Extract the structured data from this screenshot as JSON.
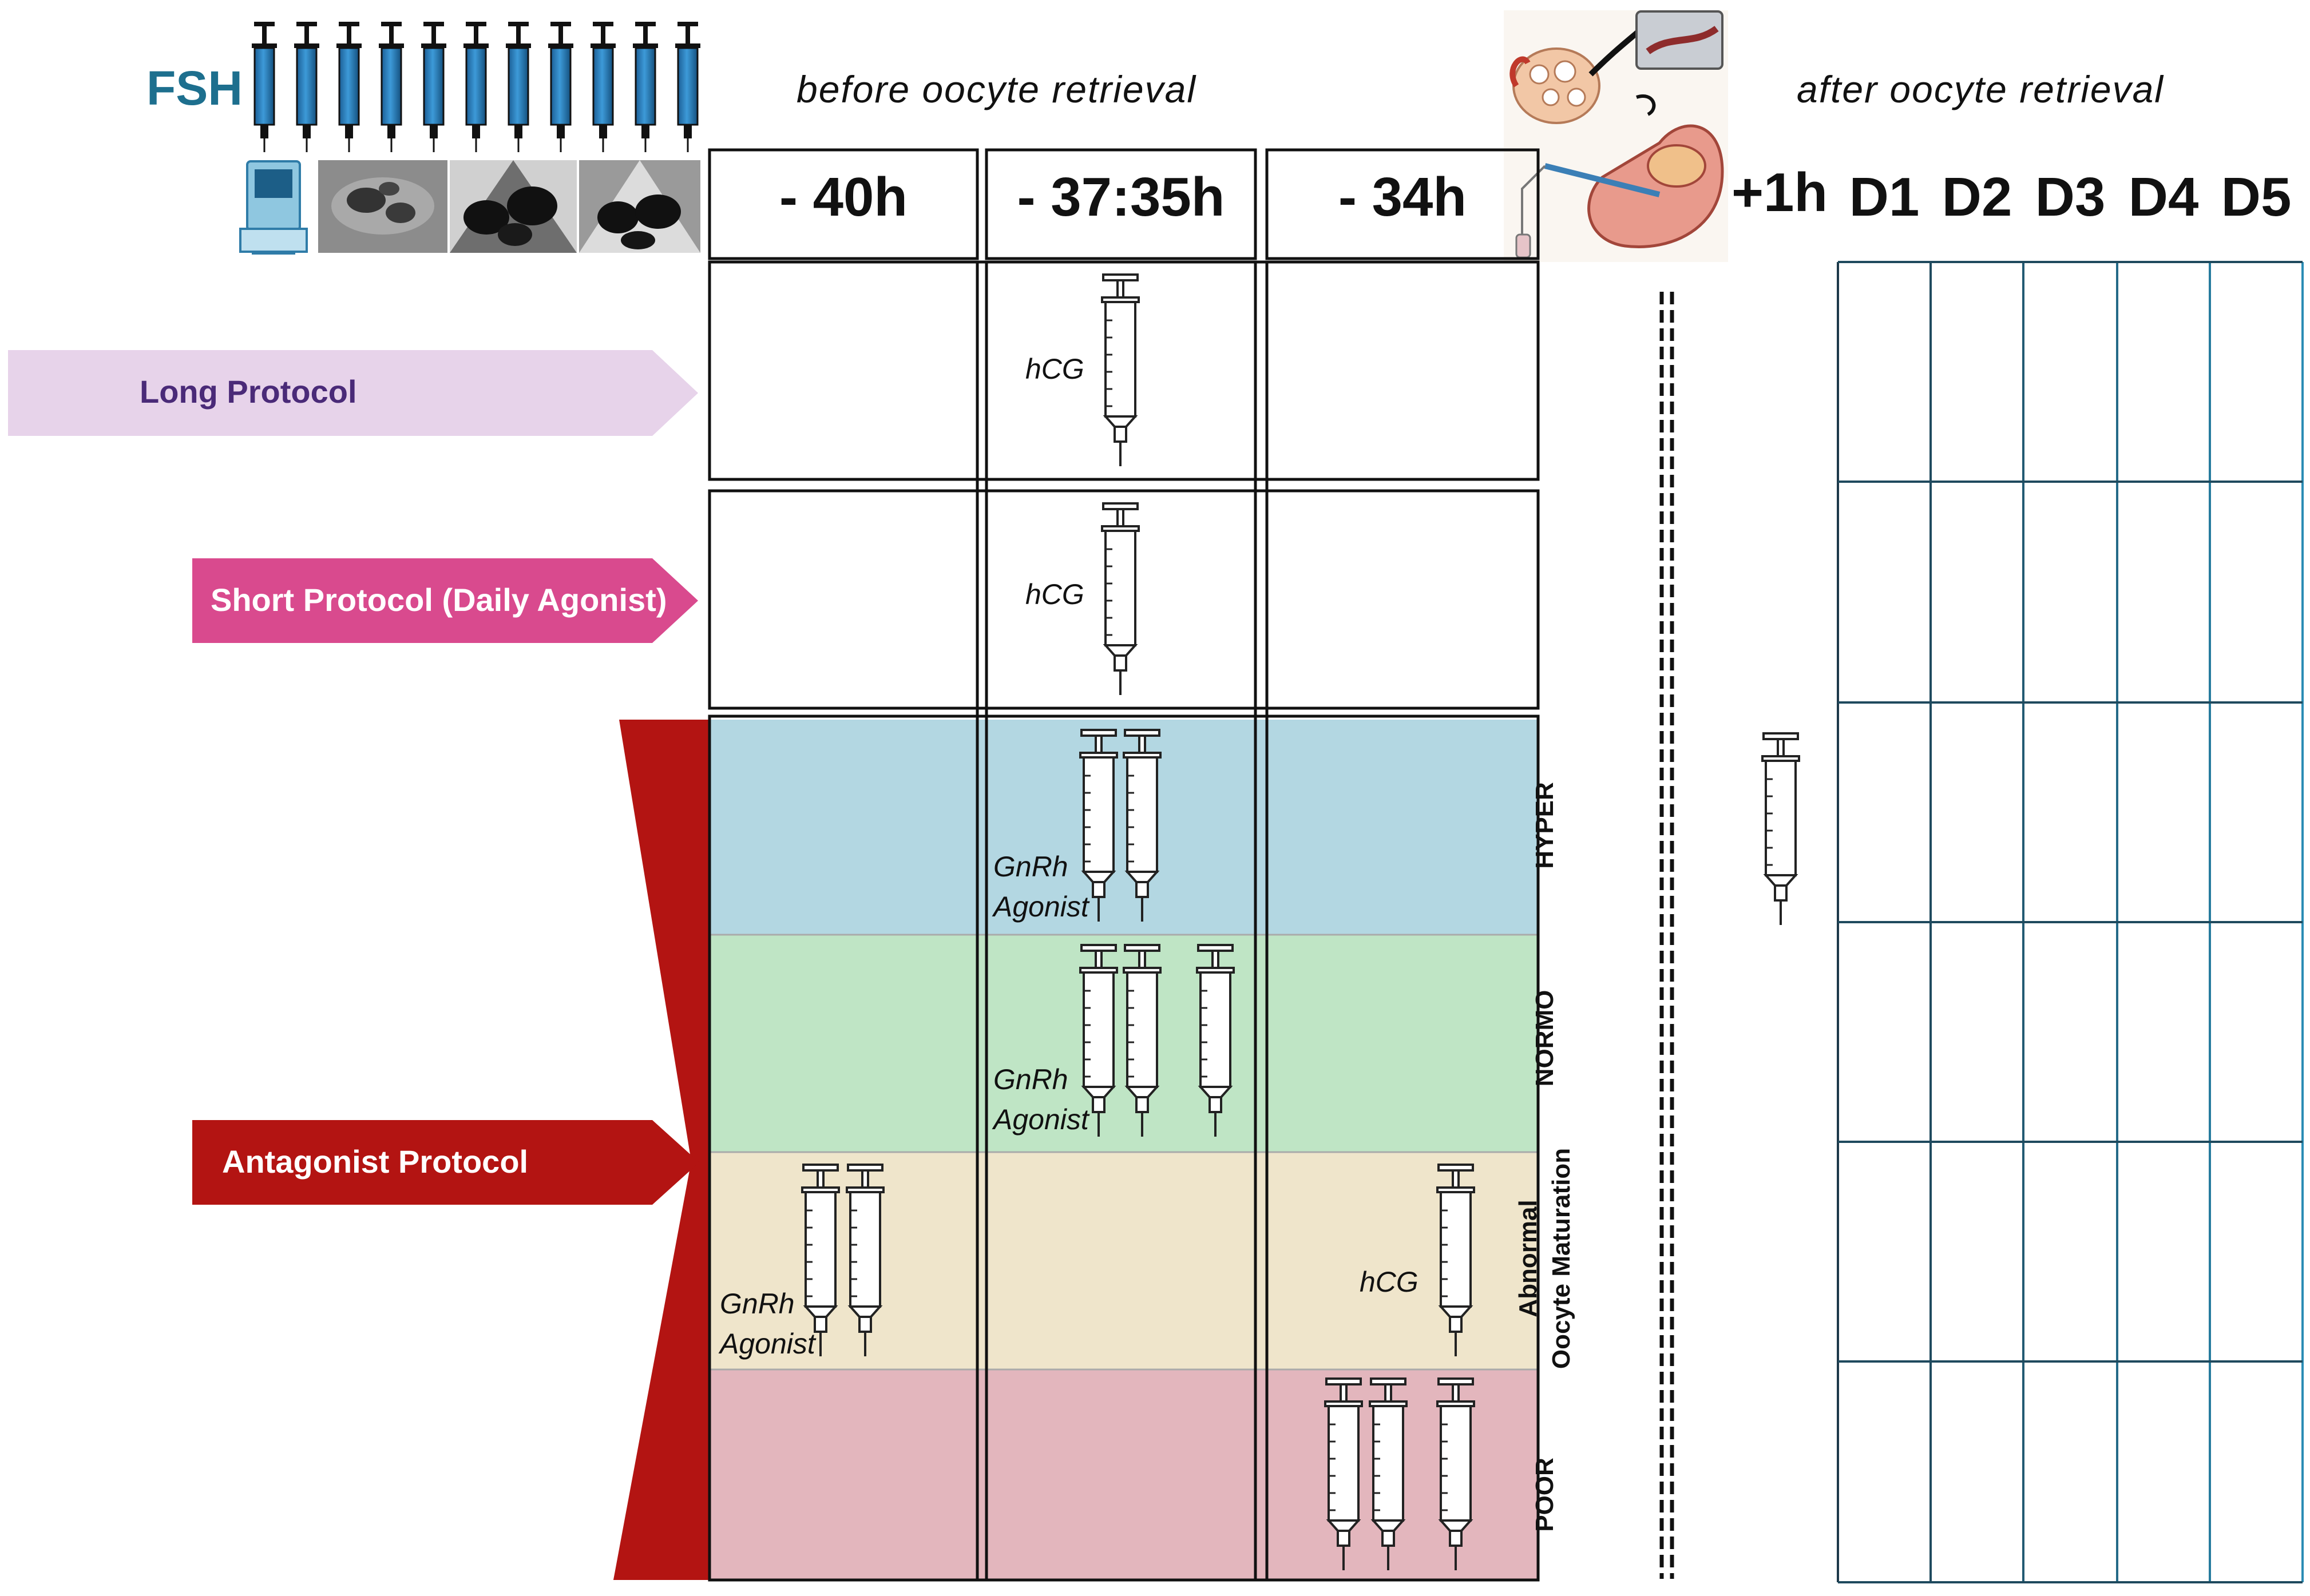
{
  "header": {
    "fsh_label": "FSH",
    "before_label": "before oocyte retrieval",
    "after_label": "after oocyte retrieval"
  },
  "columns": {
    "before": [
      "- 40h",
      "- 37:35h",
      "- 34h"
    ],
    "plus1": "+1h",
    "days": [
      "D1",
      "D2",
      "D3",
      "D4",
      "D5"
    ]
  },
  "protocols": {
    "long": "Long Protocol",
    "short": "Short Protocol (Daily Agonist)",
    "antagonist": "Antagonist Protocol"
  },
  "responders": {
    "hyper": "HYPER",
    "normo": "NORMO",
    "abnormal_line1": "Abnormal",
    "abnormal_line2": "Oocyte Maturation",
    "poor": "POOR"
  },
  "drugs": {
    "hcg": "hCG",
    "gnrh_line1": "GnRh",
    "gnrh_line2": "Agonist"
  },
  "colors": {
    "hyper_bg": "#b3d7e2",
    "normo_bg": "#bfe5c5",
    "abnormal_bg": "#efe5cb",
    "poor_bg": "#e3b6bd",
    "long_arrow": "#e7d3ea",
    "long_text": "#4a2a78",
    "short_arrow": "#d94a8e",
    "antagonist_arrow": "#b31412",
    "fsh_text": "#1d6f8e",
    "hcg_fluid": "#a29a2e",
    "gnrh_fluid": "#b98ad3"
  },
  "icons": [
    "syringe-icon",
    "ultrasound-machine-icon",
    "ultrasound-image-icon",
    "oocyte-retrieval-illustration-icon"
  ]
}
